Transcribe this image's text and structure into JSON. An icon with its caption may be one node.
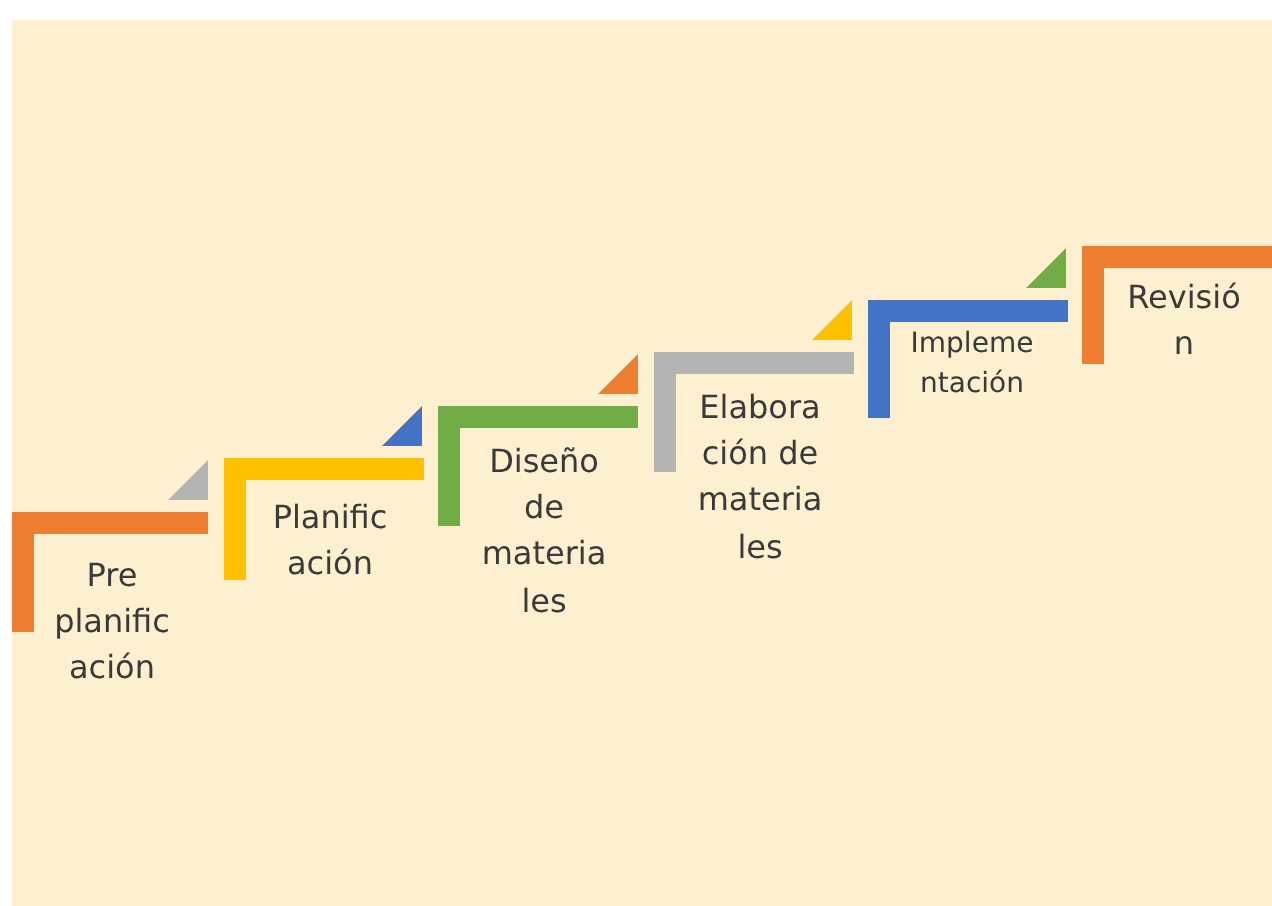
{
  "diagram": {
    "nodes": [
      {
        "text": [
          "Pre planific ación"
        ]
      },
      {
        "text": [
          "Planific ación"
        ]
      },
      {
        "text": [
          "Diseño de materia les"
        ]
      },
      {
        "text": [
          "Elabora ción de materia les"
        ]
      },
      {
        "text": [
          "Impleme ntación"
        ]
      },
      {
        "text": [
          "Revisió n"
        ]
      }
    ],
    "edges": [
      {
        "from": 1,
        "to": 0,
        "arrow": "to"
      },
      {
        "from": 2,
        "to": 1,
        "arrow": "to"
      },
      {
        "from": 3,
        "to": 2,
        "arrow": "to"
      },
      {
        "from": 4,
        "to": 3,
        "arrow": "to"
      },
      {
        "from": 5,
        "to": 4,
        "arrow": "to"
      }
    ]
  }
}
